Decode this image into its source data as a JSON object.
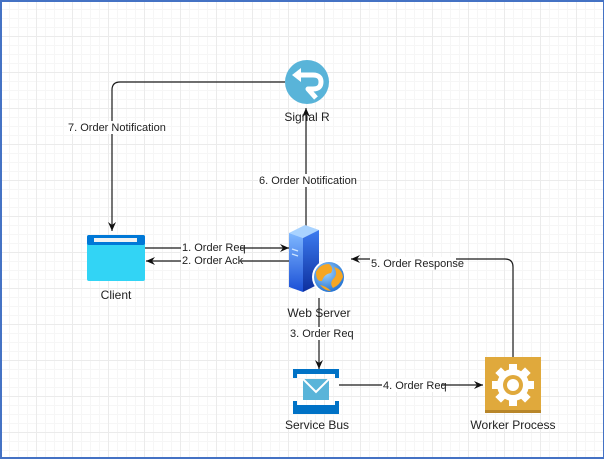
{
  "nodes": {
    "signalr": {
      "label": "Signal R",
      "icon": "signalr-icon",
      "color": "#59b4d9"
    },
    "client": {
      "label": "Client",
      "icon": "browser-window-icon",
      "color": "#32d4f5"
    },
    "webserver": {
      "label": "Web Server",
      "icon": "web-server-globe-icon"
    },
    "servicebus": {
      "label": "Service Bus",
      "icon": "envelope-queue-icon",
      "color": "#0072c6"
    },
    "worker": {
      "label": "Worker Process",
      "icon": "gear-icon",
      "color": "#e0a93c"
    }
  },
  "edges": [
    {
      "id": "e1",
      "label": "1. Order Req",
      "from": "client",
      "to": "webserver"
    },
    {
      "id": "e2",
      "label": "2. Order Ack",
      "from": "webserver",
      "to": "client"
    },
    {
      "id": "e3",
      "label": "3. Order Req",
      "from": "webserver",
      "to": "servicebus"
    },
    {
      "id": "e4",
      "label": "4. Order Req",
      "from": "servicebus",
      "to": "worker"
    },
    {
      "id": "e5",
      "label": "5. Order Response",
      "from": "worker",
      "to": "webserver"
    },
    {
      "id": "e6",
      "label": "6. Order Notification",
      "from": "webserver",
      "to": "signalr"
    },
    {
      "id": "e7",
      "label": "7. Order Notification",
      "from": "signalr",
      "to": "client"
    }
  ]
}
